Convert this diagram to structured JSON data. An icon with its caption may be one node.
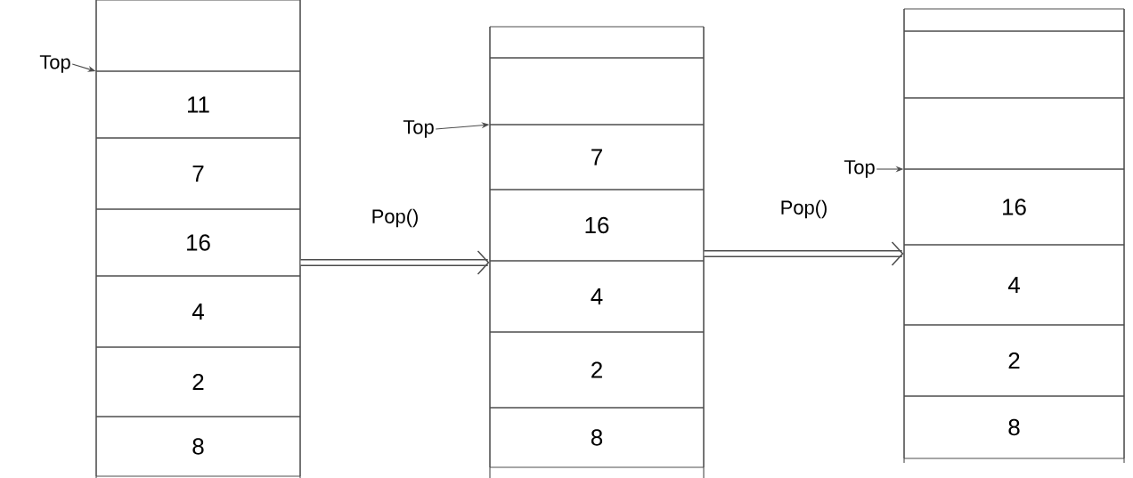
{
  "diagram": {
    "nodes": [
      {
        "text": [],
        "shape": "box"
      },
      {
        "text": [],
        "shape": "box",
        "in": 0
      },
      {
        "text": [
          "11"
        ],
        "in": 0
      },
      {
        "text": [
          "7"
        ],
        "in": 0
      },
      {
        "text": [
          "16"
        ],
        "in": 0
      },
      {
        "text": [
          "4"
        ],
        "in": 0
      },
      {
        "text": [
          "2"
        ],
        "in": 0
      },
      {
        "text": [
          "8"
        ],
        "in": 0
      },
      {
        "text": [],
        "shape": "box"
      },
      {
        "text": [],
        "shape": "box",
        "in": 8
      },
      {
        "text": [],
        "shape": "box",
        "in": 8
      },
      {
        "text": [
          "7"
        ],
        "in": 8
      },
      {
        "text": [
          "16"
        ],
        "in": 8
      },
      {
        "text": [
          "4"
        ],
        "in": 8
      },
      {
        "text": [
          "2"
        ],
        "in": 8
      },
      {
        "text": [
          "8"
        ],
        "in": 8
      },
      {
        "text": [],
        "shape": "box"
      },
      {
        "text": [],
        "shape": "box",
        "in": 16
      },
      {
        "text": [],
        "shape": "box",
        "in": 16
      },
      {
        "text": [],
        "shape": "box",
        "in": 16
      },
      {
        "text": [
          "16"
        ],
        "in": 16
      },
      {
        "text": [
          "4"
        ],
        "in": 16
      },
      {
        "text": [
          "2"
        ],
        "in": 16
      },
      {
        "text": [
          "8"
        ],
        "in": 16
      },
      {
        "text": [
          "Top"
        ]
      },
      {
        "text": [
          "Top"
        ]
      },
      {
        "text": [
          "Top"
        ]
      }
    ],
    "edges": [
      {
        "from": 24,
        "to": 2,
        "arrow": "to"
      },
      {
        "from": 25,
        "to": 11,
        "arrow": "to"
      },
      {
        "from": 26,
        "to": 20,
        "arrow": "to"
      },
      {
        "from": 0,
        "to": 8,
        "arrow": "to",
        "label": "Pop()",
        "style": "thick"
      },
      {
        "from": 8,
        "to": 16,
        "arrow": "to",
        "label": "Pop()",
        "style": "thick"
      }
    ]
  }
}
